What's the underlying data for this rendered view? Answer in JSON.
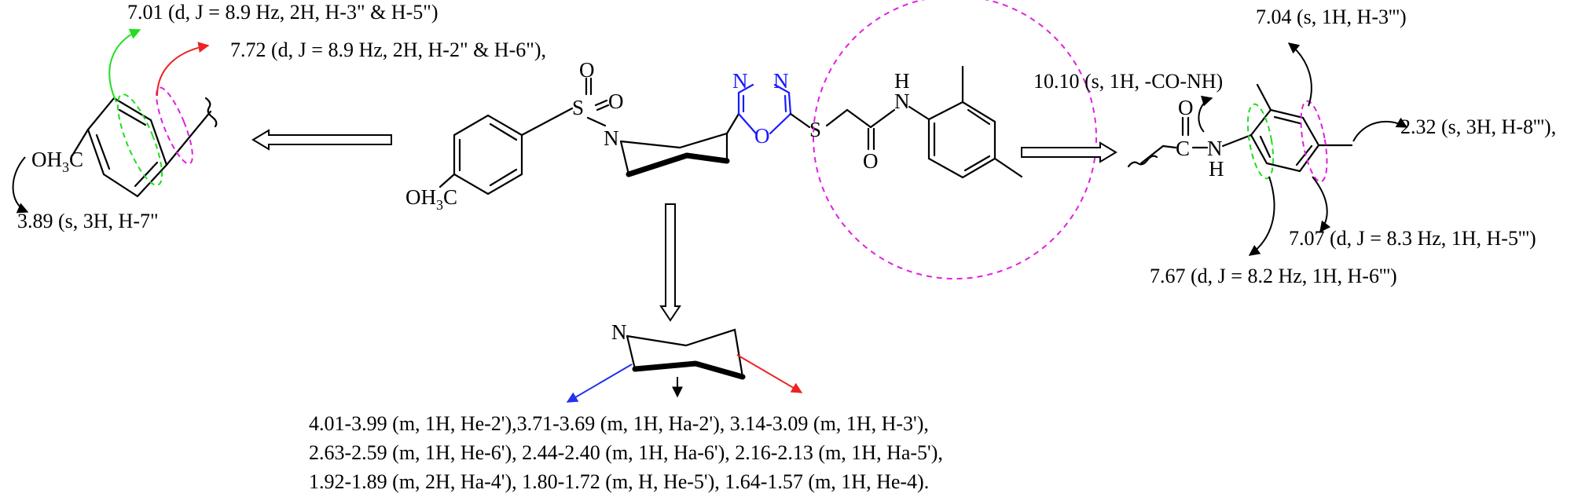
{
  "colors": {
    "black": "#000000",
    "heteroatom_blue": "#1a1aff",
    "arrow_green": "#22dd22",
    "arrow_red": "#ee2222",
    "arrow_blue": "#2233ee",
    "highlight_magenta": "#e020e0"
  },
  "atoms": {
    "s": "S",
    "o": "O",
    "n": "N",
    "h": "H",
    "c": "C",
    "och3": "OH",
    "och3_sub": "3",
    "och3_c": "C"
  },
  "annotations": {
    "h35_aryl": "7.01 (d, J = 8.9 Hz, 2H, H-3\" & H-5\")",
    "h26_aryl": "7.72 (d, J = 8.9 Hz, 2H, H-2\" & H-6\"),",
    "och3_h": "3.89 (s, 3H, H-7\"",
    "h3_dimethyl": "7.04 (s, 1H, H-3''')",
    "amide_nh": "10.10 (s, 1H, -CO-NH)",
    "ch3_8": "2.32 (s, 3H, H-8'''),",
    "h5_dimethyl": "7.07 (d, J = 8.3 Hz, 1H, H-5''')",
    "h6_dimethyl": "7.67 (d, J = 8.2 Hz, 1H, H-6''')",
    "piperidine_line1": "4.01-3.99 (m, 1H, He-2'),3.71-3.69 (m, 1H, Ha-2'), 3.14-3.09 (m, 1H, H-3'),",
    "piperidine_line2": "2.63-2.59 (m, 1H, He-6'), 2.44-2.40 (m, 1H, Ha-6'), 2.16-2.13 (m, 1H, Ha-5'),",
    "piperidine_line3": "1.92-1.89 (m, 2H, Ha-4'), 1.80-1.72 (m, H, He-5'), 1.64-1.57 (m, 1H, He-4)."
  }
}
